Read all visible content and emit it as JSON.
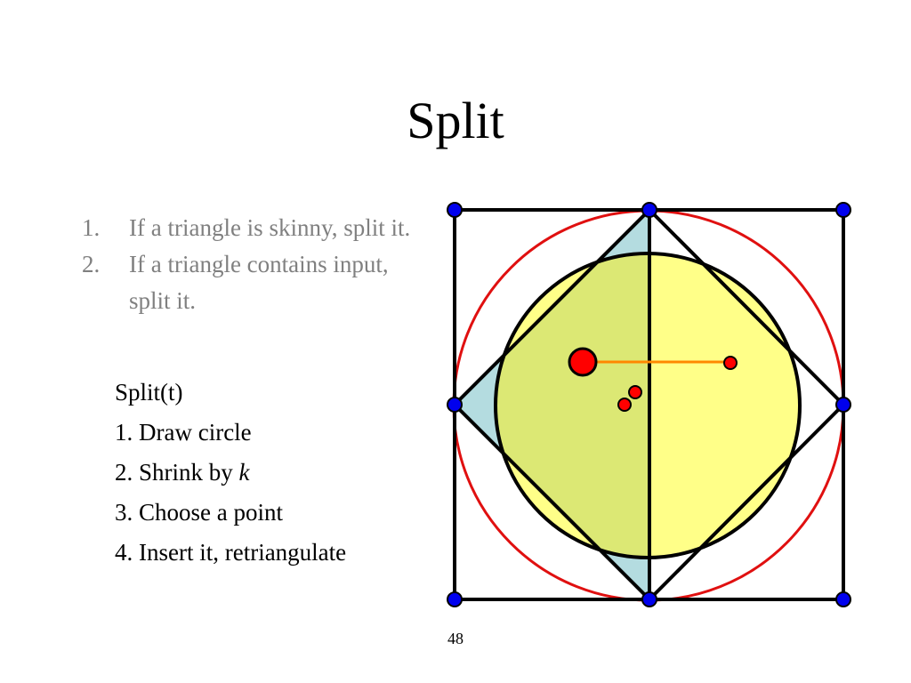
{
  "slide": {
    "title": "Split",
    "page_number": "48"
  },
  "rules": [
    {
      "number": "1.",
      "text": "If a triangle is skinny, split it."
    },
    {
      "number": "2.",
      "text": "If a triangle contains input, split it."
    }
  ],
  "steps": {
    "heading": "Split(t)",
    "items": [
      {
        "text": "1. Draw circle"
      },
      {
        "text": "2. Shrink by ",
        "emphasis": "k"
      },
      {
        "text": "3. Choose a point"
      },
      {
        "text": "4. Insert it, retriangulate"
      }
    ]
  },
  "colors": {
    "vertex": "#0000ee",
    "circumcircle": "#e01010",
    "shrunk_circle_fill": "#ffff88",
    "overlap_fill": "#dce874",
    "triangle_fill": "#b4dce0",
    "segment": "#ff8800",
    "point": "#ff0000"
  }
}
